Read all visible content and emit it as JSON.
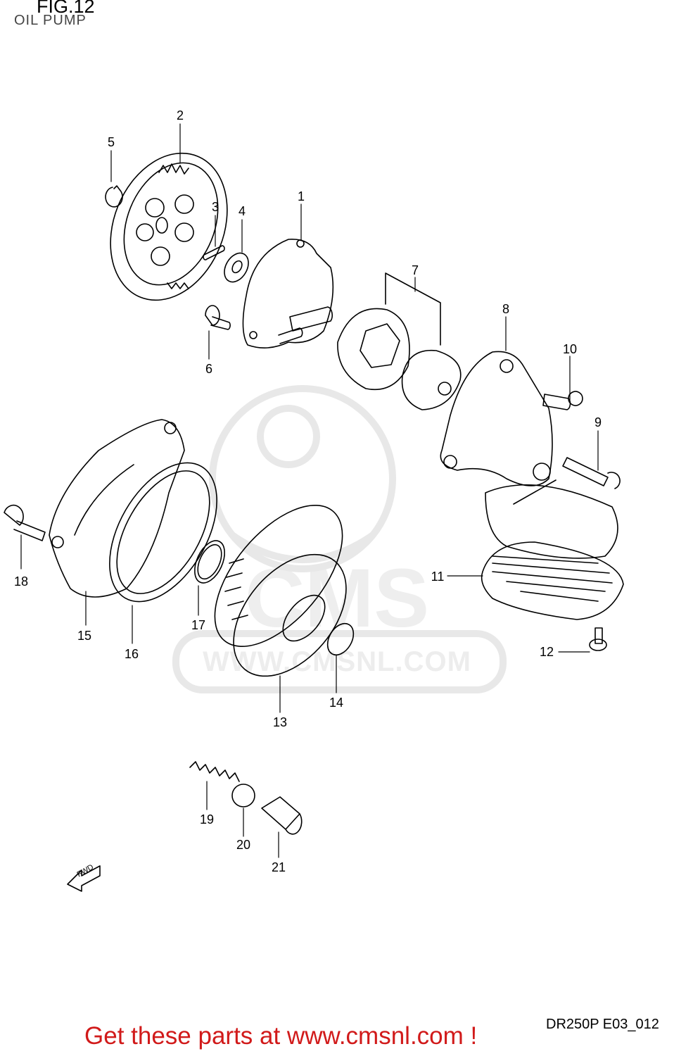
{
  "header": {
    "figure": "FIG.12",
    "title": "OIL PUMP"
  },
  "watermark": {
    "brand": "CMS",
    "url": "WWW.CMSNL.COM"
  },
  "footer": {
    "code": "DR250P E03_012",
    "cta": "Get these parts at www.cmsnl.com !"
  },
  "callouts": [
    "1",
    "2",
    "3",
    "4",
    "5",
    "6",
    "7",
    "8",
    "9",
    "10",
    "11",
    "12",
    "13",
    "14",
    "15",
    "16",
    "17",
    "18",
    "19",
    "20",
    "21"
  ],
  "fwd_label": "FWD",
  "colors": {
    "line": "#000000",
    "watermark": "#e6e6e6",
    "cta": "#d11a1a"
  }
}
